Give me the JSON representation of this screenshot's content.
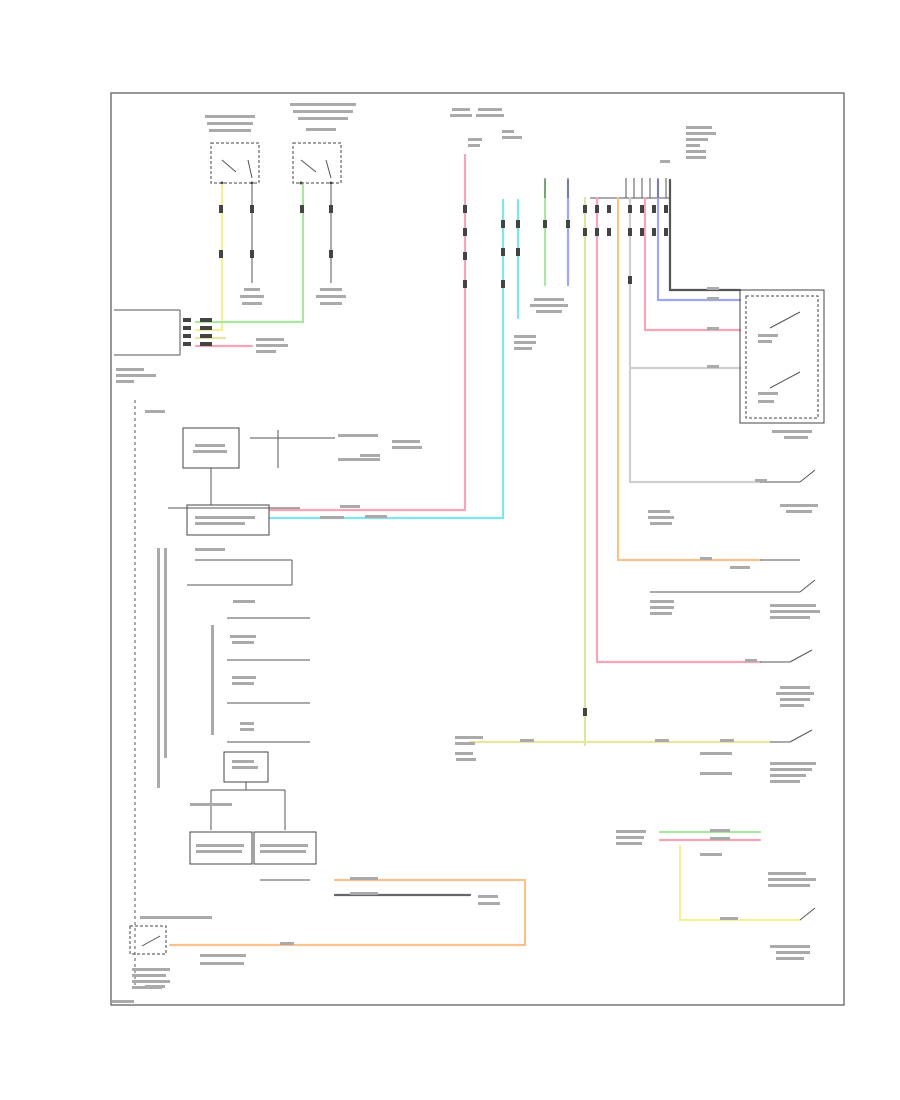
{
  "diagram": {
    "type": "wiring-schematic",
    "background": "#ffffff",
    "wire_colors": {
      "red": "#f4a6b6",
      "cyan": "#7fe6ee",
      "green": "#a9e6a0",
      "yellow": "#f2f09a",
      "blue": "#9ea6f6",
      "orange": "#f7c28e",
      "lightgreen": "#c6e8a6",
      "dark": "#444444",
      "gray": "#b5b5b5"
    },
    "components": [
      "top-left-switch-a",
      "top-left-switch-b",
      "left-control-module",
      "right-switch-assembly",
      "door-switch-1",
      "door-switch-2",
      "door-switch-3",
      "door-switch-4",
      "lower-right-switch",
      "bottom-left-switch",
      "internal-block-1",
      "internal-block-2",
      "internal-block-3",
      "internal-block-4",
      "internal-block-5"
    ]
  }
}
